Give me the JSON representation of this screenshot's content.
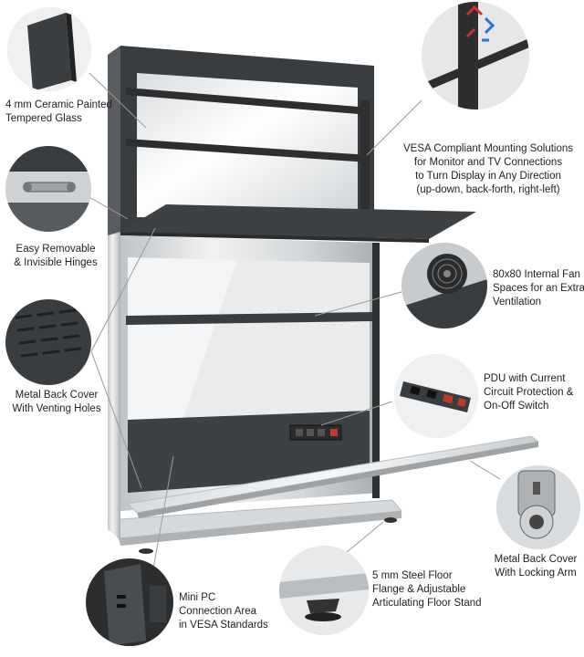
{
  "callouts": {
    "glass": {
      "lines": [
        "4 mm Ceramic Painted",
        "Tempered Glass"
      ],
      "icon": "glass-panel"
    },
    "hinges": {
      "lines": [
        "Easy Removable",
        "& Invisible Hinges"
      ],
      "icon": "hinge"
    },
    "back_cover": {
      "lines": [
        "Metal Back Cover",
        "With Venting Holes"
      ],
      "icon": "venting-holes"
    },
    "mini_pc": {
      "lines": [
        "Mini PC",
        "Connection Area",
        "in VESA Standards"
      ],
      "icon": "mini-pc"
    },
    "vesa": {
      "lines": [
        "VESA Compliant Mounting Solutions",
        "for Monitor and TV Connections",
        "to Turn Display in Any Direction",
        "(up-down, back-forth, right-left)"
      ],
      "icon": "vesa-arrows"
    },
    "fan": {
      "lines": [
        "80x80 Internal Fan",
        "Spaces for an Extra",
        "Ventilation"
      ],
      "icon": "fan"
    },
    "pdu": {
      "lines": [
        "PDU with Current",
        "Circuit Protection &",
        "On-Off Switch"
      ],
      "icon": "power-strip"
    },
    "locking_arm": {
      "lines": [
        "Metal Back Cover",
        "With Locking Arm"
      ],
      "icon": "lock"
    },
    "floor": {
      "lines": [
        "5 mm Steel Floor",
        "Flange & Adjustable",
        "Articulating Floor Stand"
      ],
      "icon": "floor-foot"
    }
  },
  "colors": {
    "frame_dark": "#3a3d40",
    "panel_light": "#e6e8ea",
    "leader": "#9a9a9a",
    "text": "#222222"
  }
}
